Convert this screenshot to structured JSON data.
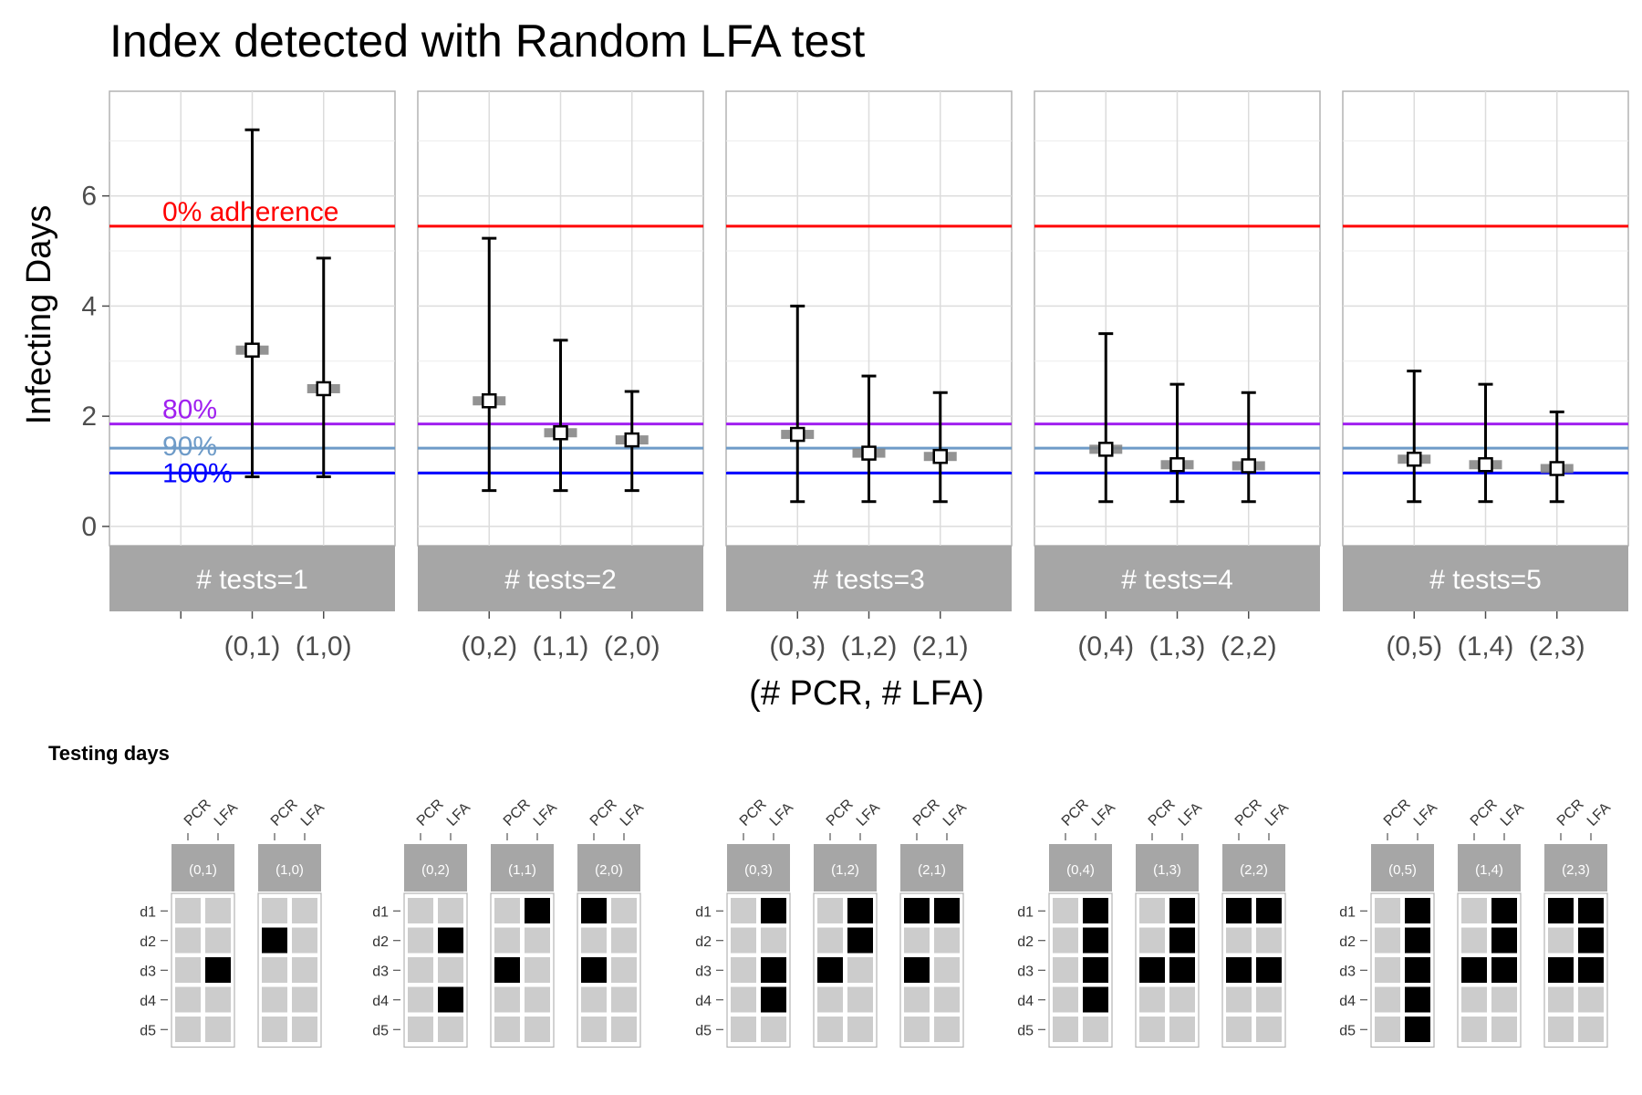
{
  "title": "Index detected with Random LFA test",
  "chart_data": {
    "type": "errorbar",
    "title": "Index detected with Random LFA test",
    "xlabel": "(# PCR, # LFA)",
    "ylabel": "Infecting Days",
    "ylim": [
      -0.35,
      7.9
    ],
    "yticks": [
      0,
      2,
      4,
      6
    ],
    "grid": true,
    "reference_lines": [
      {
        "label": "0% adherence",
        "value": 5.45,
        "color": "#ff0000"
      },
      {
        "label": "80%",
        "value": 1.86,
        "color": "#a020f0"
      },
      {
        "label": "90%",
        "value": 1.42,
        "color": "#6e9bc8"
      },
      {
        "label": "100%",
        "value": 0.97,
        "color": "#0000ff"
      }
    ],
    "facets": [
      {
        "strip": "# tests=1",
        "categories": [
          "",
          "(0,1)",
          "(1,0)"
        ],
        "points": [
          {
            "x": "(0,1)",
            "y": 3.2,
            "low": 0.9,
            "high": 7.2
          },
          {
            "x": "(1,0)",
            "y": 2.5,
            "low": 0.9,
            "high": 4.87
          }
        ]
      },
      {
        "strip": "# tests=2",
        "categories": [
          "(0,2)",
          "(1,1)",
          "(2,0)"
        ],
        "points": [
          {
            "x": "(0,2)",
            "y": 2.28,
            "low": 0.65,
            "high": 5.23
          },
          {
            "x": "(1,1)",
            "y": 1.7,
            "low": 0.65,
            "high": 3.38
          },
          {
            "x": "(2,0)",
            "y": 1.57,
            "low": 0.65,
            "high": 2.45
          }
        ]
      },
      {
        "strip": "# tests=3",
        "categories": [
          "(0,3)",
          "(1,2)",
          "(2,1)"
        ],
        "points": [
          {
            "x": "(0,3)",
            "y": 1.67,
            "low": 0.45,
            "high": 4.0
          },
          {
            "x": "(1,2)",
            "y": 1.33,
            "low": 0.45,
            "high": 2.73
          },
          {
            "x": "(2,1)",
            "y": 1.27,
            "low": 0.45,
            "high": 2.43
          }
        ]
      },
      {
        "strip": "# tests=4",
        "categories": [
          "(0,4)",
          "(1,3)",
          "(2,2)"
        ],
        "points": [
          {
            "x": "(0,4)",
            "y": 1.4,
            "low": 0.45,
            "high": 3.5
          },
          {
            "x": "(1,3)",
            "y": 1.12,
            "low": 0.45,
            "high": 2.58
          },
          {
            "x": "(2,2)",
            "y": 1.1,
            "low": 0.45,
            "high": 2.43
          }
        ]
      },
      {
        "strip": "# tests=5",
        "categories": [
          "(0,5)",
          "(1,4)",
          "(2,3)"
        ],
        "points": [
          {
            "x": "(0,5)",
            "y": 1.22,
            "low": 0.45,
            "high": 2.82
          },
          {
            "x": "(1,4)",
            "y": 1.12,
            "low": 0.45,
            "high": 2.58
          },
          {
            "x": "(2,3)",
            "y": 1.05,
            "low": 0.45,
            "high": 2.08
          }
        ]
      }
    ]
  },
  "testing_days": {
    "title": "Testing days",
    "column_labels": [
      "PCR",
      "LFA"
    ],
    "row_labels": [
      "d1",
      "d2",
      "d3",
      "d4",
      "d5"
    ],
    "groups": [
      [
        {
          "label": "(0,1)",
          "cells": [
            [
              0,
              0
            ],
            [
              0,
              0
            ],
            [
              0,
              1
            ],
            [
              0,
              0
            ],
            [
              0,
              0
            ]
          ]
        },
        {
          "label": "(1,0)",
          "cells": [
            [
              0,
              0
            ],
            [
              1,
              0
            ],
            [
              0,
              0
            ],
            [
              0,
              0
            ],
            [
              0,
              0
            ]
          ]
        }
      ],
      [
        {
          "label": "(0,2)",
          "cells": [
            [
              0,
              0
            ],
            [
              0,
              1
            ],
            [
              0,
              0
            ],
            [
              0,
              1
            ],
            [
              0,
              0
            ]
          ]
        },
        {
          "label": "(1,1)",
          "cells": [
            [
              0,
              1
            ],
            [
              0,
              0
            ],
            [
              1,
              0
            ],
            [
              0,
              0
            ],
            [
              0,
              0
            ]
          ]
        },
        {
          "label": "(2,0)",
          "cells": [
            [
              1,
              0
            ],
            [
              0,
              0
            ],
            [
              1,
              0
            ],
            [
              0,
              0
            ],
            [
              0,
              0
            ]
          ]
        }
      ],
      [
        {
          "label": "(0,3)",
          "cells": [
            [
              0,
              1
            ],
            [
              0,
              0
            ],
            [
              0,
              1
            ],
            [
              0,
              1
            ],
            [
              0,
              0
            ]
          ]
        },
        {
          "label": "(1,2)",
          "cells": [
            [
              0,
              1
            ],
            [
              0,
              1
            ],
            [
              1,
              0
            ],
            [
              0,
              0
            ],
            [
              0,
              0
            ]
          ]
        },
        {
          "label": "(2,1)",
          "cells": [
            [
              1,
              1
            ],
            [
              0,
              0
            ],
            [
              1,
              0
            ],
            [
              0,
              0
            ],
            [
              0,
              0
            ]
          ]
        }
      ],
      [
        {
          "label": "(0,4)",
          "cells": [
            [
              0,
              1
            ],
            [
              0,
              1
            ],
            [
              0,
              1
            ],
            [
              0,
              1
            ],
            [
              0,
              0
            ]
          ]
        },
        {
          "label": "(1,3)",
          "cells": [
            [
              0,
              1
            ],
            [
              0,
              1
            ],
            [
              1,
              1
            ],
            [
              0,
              0
            ],
            [
              0,
              0
            ]
          ]
        },
        {
          "label": "(2,2)",
          "cells": [
            [
              1,
              1
            ],
            [
              0,
              0
            ],
            [
              1,
              1
            ],
            [
              0,
              0
            ],
            [
              0,
              0
            ]
          ]
        }
      ],
      [
        {
          "label": "(0,5)",
          "cells": [
            [
              0,
              1
            ],
            [
              0,
              1
            ],
            [
              0,
              1
            ],
            [
              0,
              1
            ],
            [
              0,
              1
            ]
          ]
        },
        {
          "label": "(1,4)",
          "cells": [
            [
              0,
              1
            ],
            [
              0,
              1
            ],
            [
              1,
              1
            ],
            [
              0,
              0
            ],
            [
              0,
              0
            ]
          ]
        },
        {
          "label": "(2,3)",
          "cells": [
            [
              1,
              1
            ],
            [
              0,
              1
            ],
            [
              1,
              1
            ],
            [
              0,
              0
            ],
            [
              0,
              0
            ]
          ]
        }
      ]
    ],
    "colors": {
      "on": "#000000",
      "off": "#cccccc"
    }
  }
}
